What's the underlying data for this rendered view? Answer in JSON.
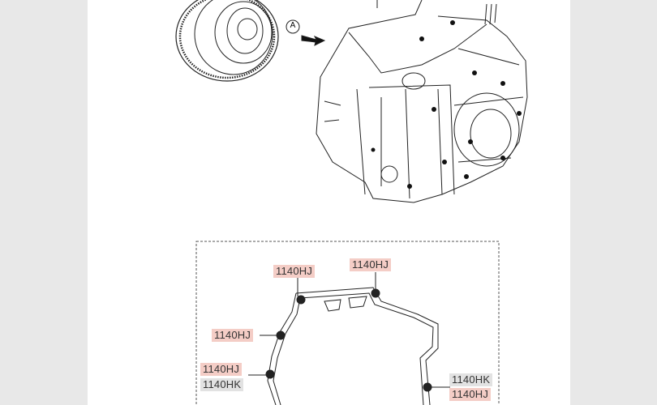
{
  "diagram": {
    "callout_marker": "A",
    "part_labels": [
      {
        "id": "top-left",
        "code": "1140HJ",
        "highlight": "#f4cdc6"
      },
      {
        "id": "top-right",
        "code": "1140HJ",
        "highlight": "#f4cdc6"
      },
      {
        "id": "left-upper",
        "code": "1140HJ",
        "highlight": "#f4cdc6"
      },
      {
        "id": "left-lower-hj",
        "code": "1140HJ",
        "highlight": "#f4cdc6"
      },
      {
        "id": "left-lower-hk",
        "code": "1140HK",
        "highlight": "#e2e2e2"
      },
      {
        "id": "right-hk",
        "code": "1140HK",
        "highlight": "#e2e2e2"
      },
      {
        "id": "right-hj",
        "code": "1140HJ",
        "highlight": "#f4cdc6"
      }
    ]
  }
}
